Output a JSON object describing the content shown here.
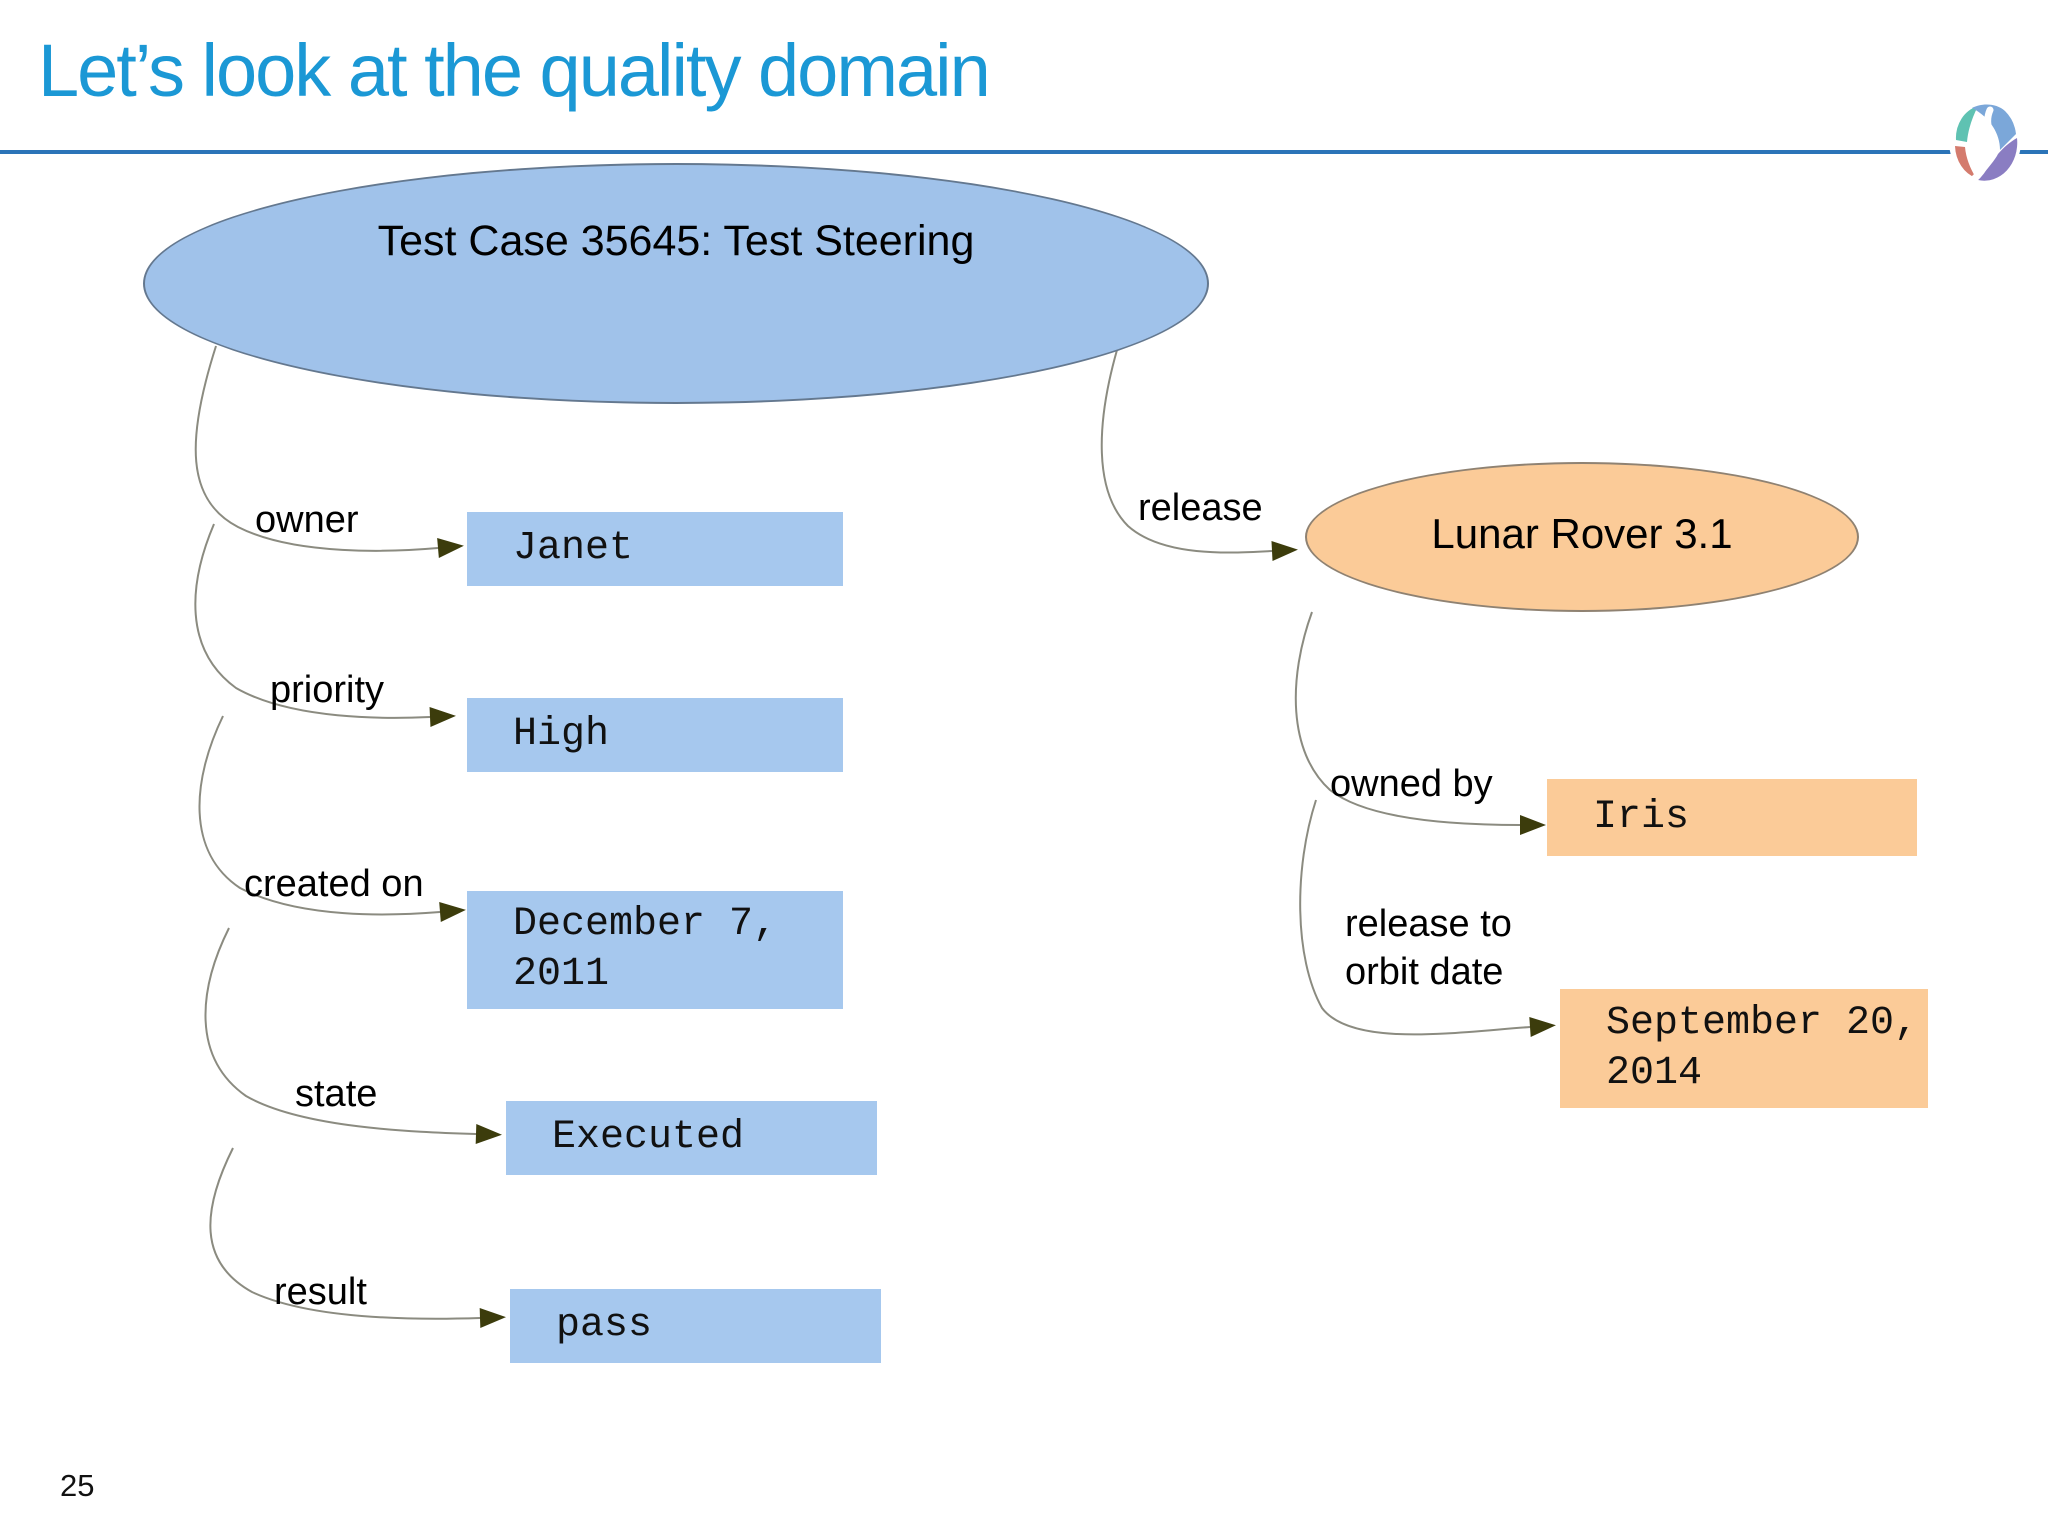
{
  "slide": {
    "title": "Let’s look at the quality domain",
    "page_number": "25"
  },
  "nodes": {
    "test_case": {
      "label": "Test Case 35645: Test Steering"
    },
    "release": {
      "label": "Lunar Rover 3.1"
    }
  },
  "edges": {
    "release_label": "release"
  },
  "test_case_attributes": [
    {
      "label": "owner",
      "value": "Janet"
    },
    {
      "label": "priority",
      "value": "High"
    },
    {
      "label": "created on",
      "value": "December 7,\n2011"
    },
    {
      "label": "state",
      "value": "Executed"
    },
    {
      "label": "result",
      "value": "pass"
    }
  ],
  "release_attributes": [
    {
      "label": "owned by",
      "value": "Iris"
    },
    {
      "label": "release to\norbit date",
      "value": "September 20,\n2014"
    }
  ],
  "colors": {
    "title_text": "#1b98d5",
    "title_rule": "#2b74b8",
    "node_blue": "#a0c2ea",
    "box_blue": "#a6c8ee",
    "node_orange": "#fbcb98",
    "connector_line": "#8b8b80",
    "arrowhead": "#3c3c0c"
  }
}
